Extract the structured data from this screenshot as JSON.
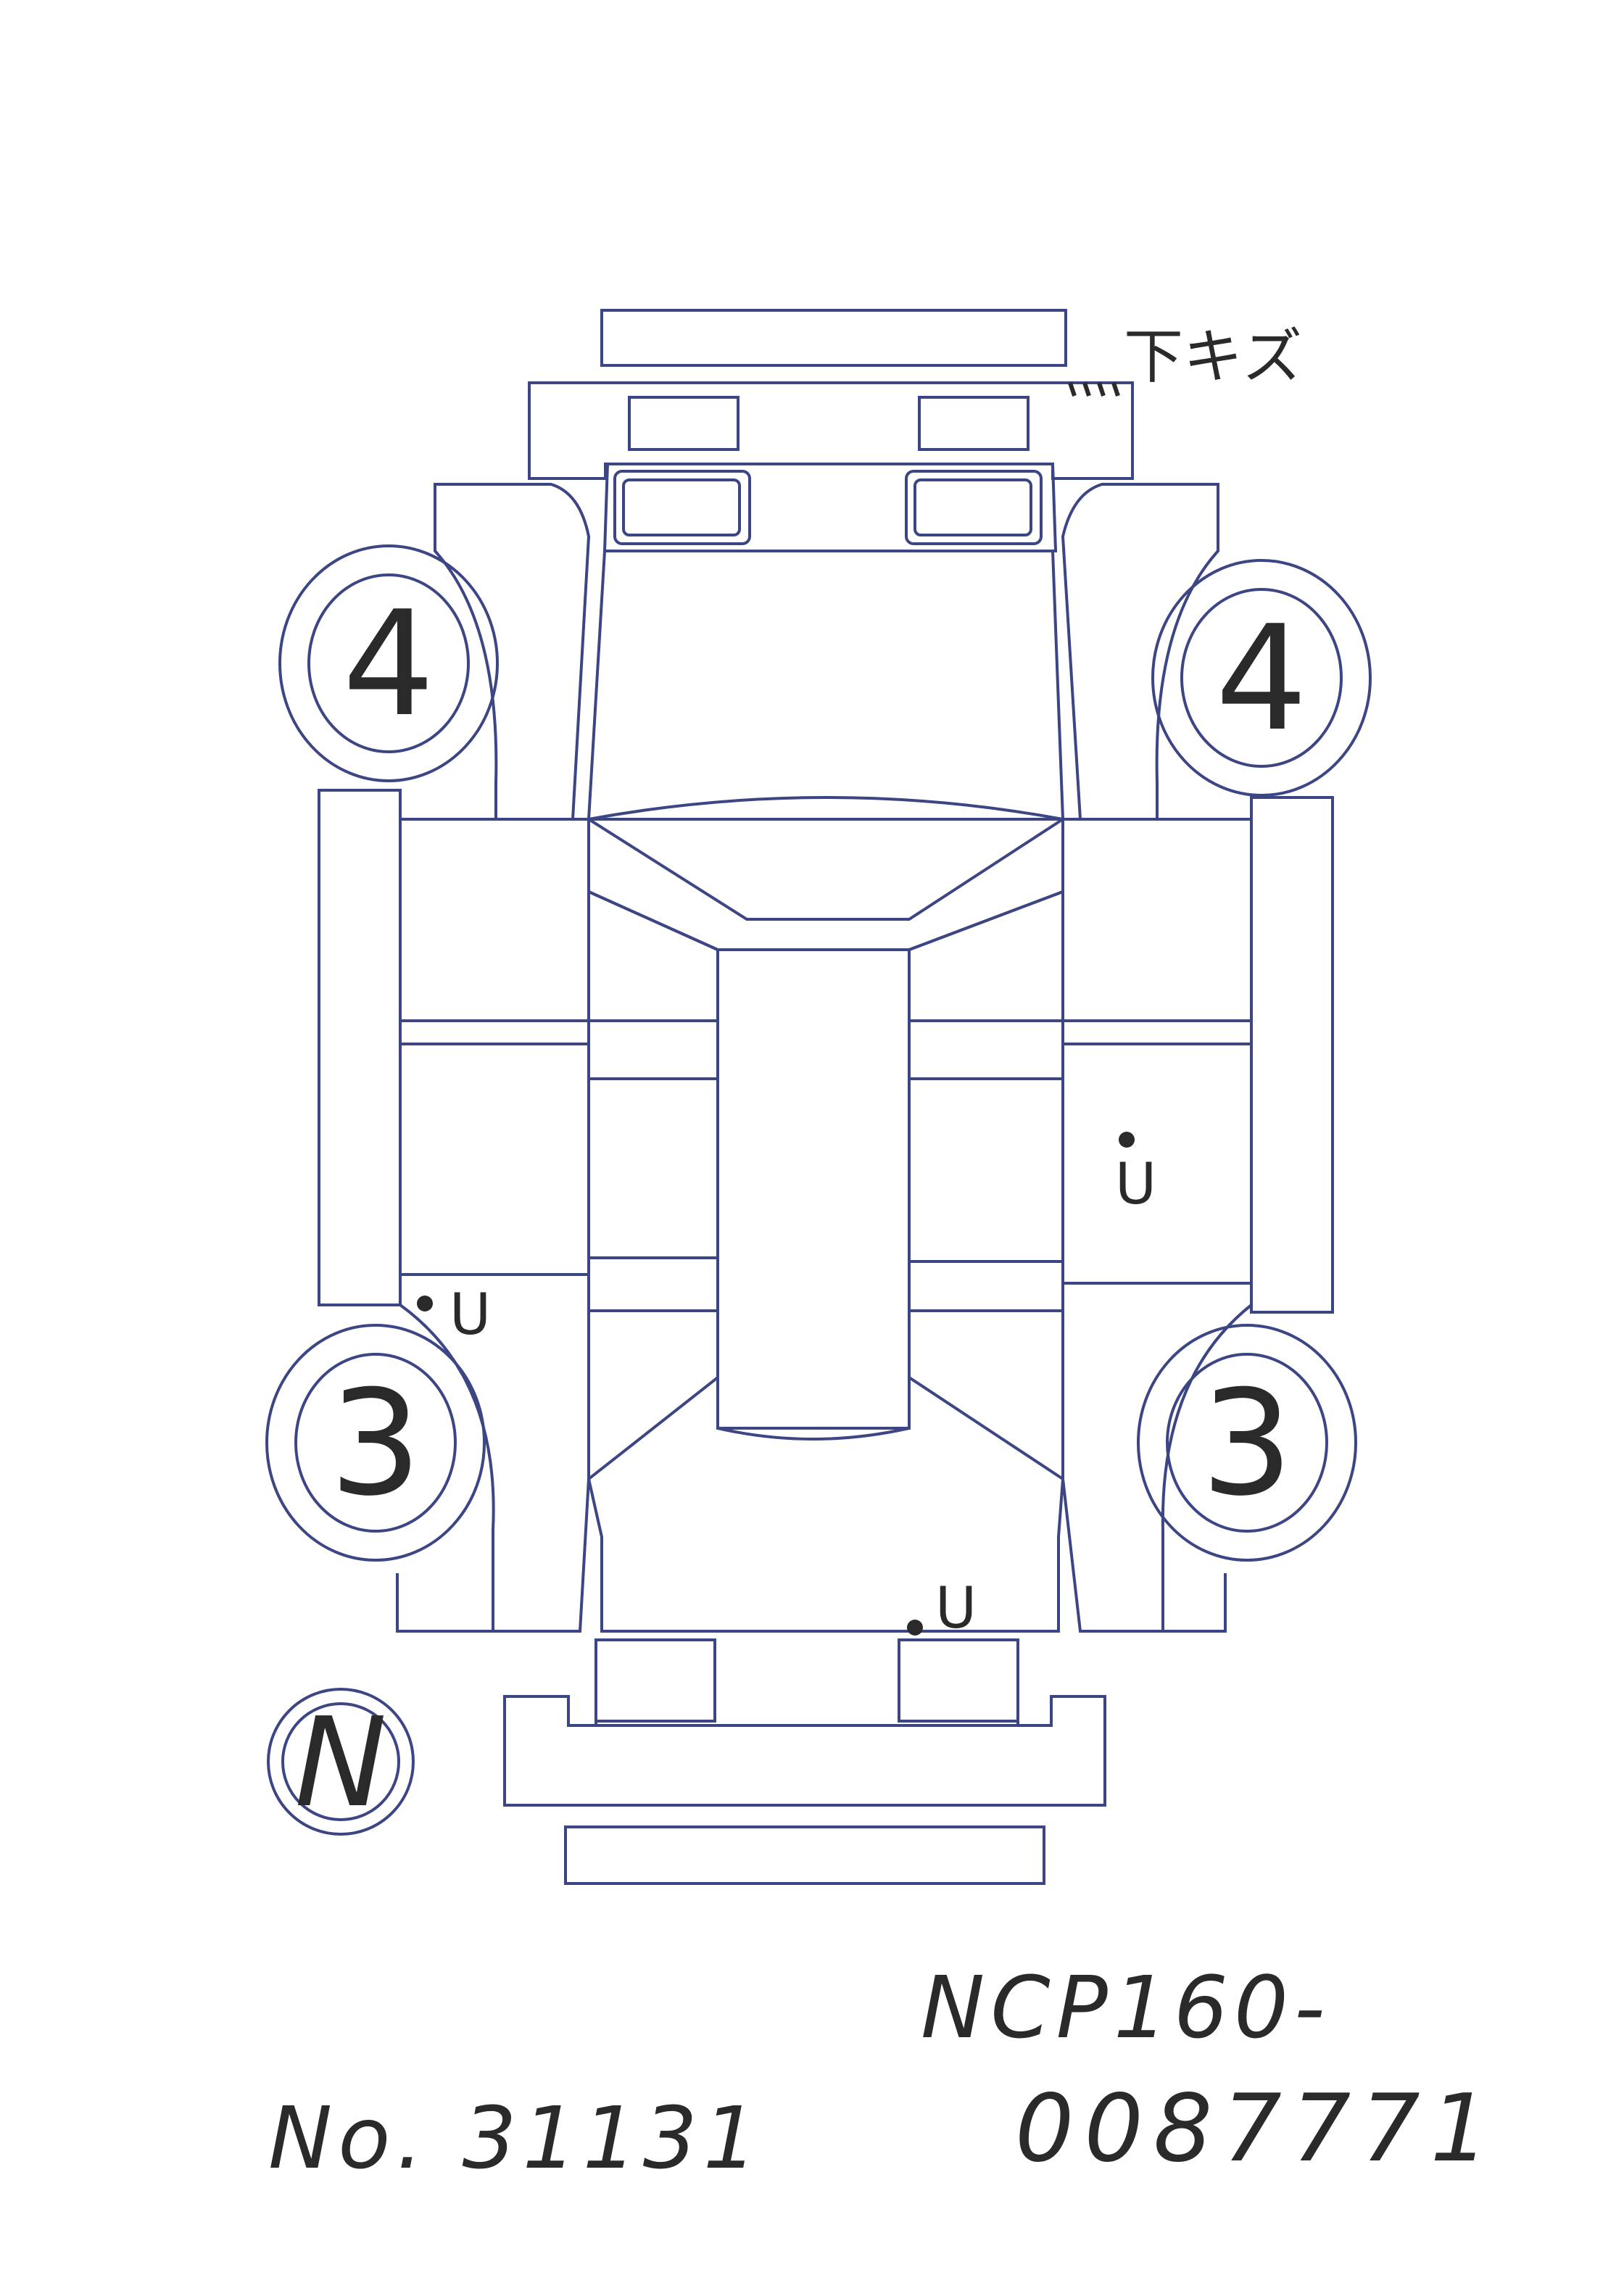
{
  "colors": {
    "diagram_line": "#3c4684",
    "ink": "#2a2a2a",
    "paper": "#ffffff"
  },
  "tires": {
    "front_left": "4",
    "front_right": "4",
    "rear_left": "3",
    "rear_right": "3",
    "spare": "N"
  },
  "annotations": {
    "front_bumper_note": "下キズ",
    "rear_left_mark": "U",
    "right_side_mark": "U",
    "rear_center_mark": "U"
  },
  "sheet": {
    "stock_number": "No. 31131",
    "chassis_line1": "NCP160-",
    "chassis_line2": "0087771"
  }
}
